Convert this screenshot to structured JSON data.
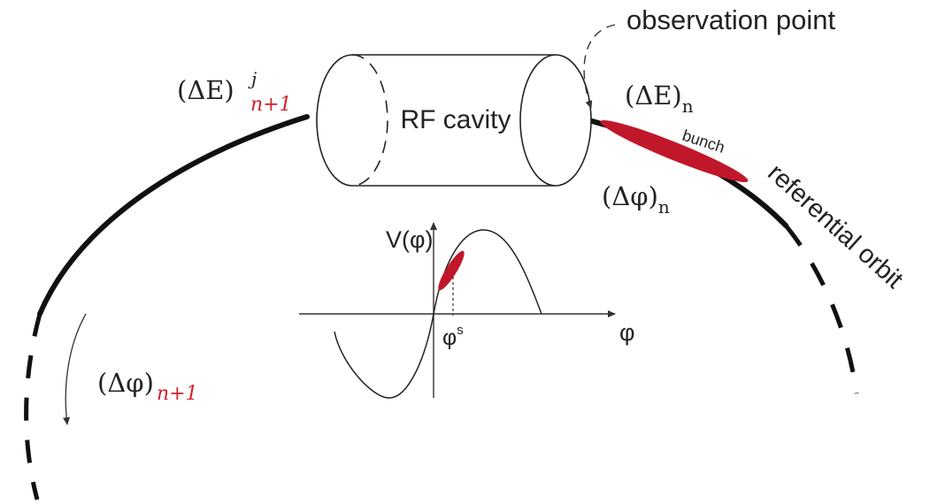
{
  "labels": {
    "cavity": "RF cavity",
    "observation_point": "observation point",
    "bunch": "bunch",
    "orbit": "referential orbit"
  },
  "annotations": {
    "dE_n_base": "(ΔE)",
    "dE_n_sub": "n",
    "dphi_n_base": "(Δφ)",
    "dphi_n_sub": "n",
    "dE_n1_base": "(ΔE)",
    "dE_n1_sup": "j",
    "dE_n1_sub": "n+1",
    "dphi_n1_base": "(Δφ)",
    "dphi_n1_sub": "n+1"
  },
  "inset_plot": {
    "ylabel": "V(φ)",
    "xlabel": "φ",
    "marker_label": "φ",
    "marker_sup": "s"
  },
  "colors": {
    "line": "#1a1a1a",
    "bunch": "#c0182a",
    "accent_text": "#d21f2b"
  }
}
